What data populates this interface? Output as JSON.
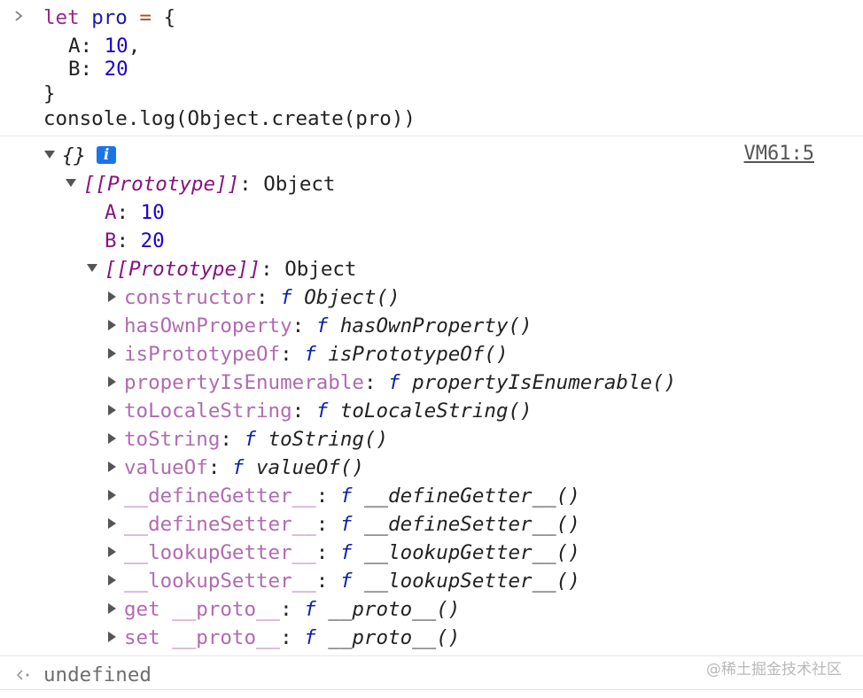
{
  "input": {
    "line1": {
      "kw": "let",
      "var": "pro",
      "op": "=",
      "brace": "{"
    },
    "line2": {
      "key": "A:",
      "value": "10",
      "comma": ","
    },
    "line3": {
      "key": "B:",
      "value": "20"
    },
    "line4": "}",
    "line5": "console.log(Object.create(pro))"
  },
  "output": {
    "root_label": "{}",
    "info_badge": "i",
    "source_link": "VM61:5",
    "proto1": {
      "label": "[[Prototype]]",
      "colon": ":",
      "value": "Object"
    },
    "own_props": [
      {
        "key": "A",
        "value": "10"
      },
      {
        "key": "B",
        "value": "20"
      }
    ],
    "proto2": {
      "label": "[[Prototype]]",
      "colon": ":",
      "value": "Object"
    },
    "methods": [
      {
        "key": "constructor",
        "fn": "Object()"
      },
      {
        "key": "hasOwnProperty",
        "fn": "hasOwnProperty()"
      },
      {
        "key": "isPrototypeOf",
        "fn": "isPrototypeOf()"
      },
      {
        "key": "propertyIsEnumerable",
        "fn": "propertyIsEnumerable()"
      },
      {
        "key": "toLocaleString",
        "fn": "toLocaleString()"
      },
      {
        "key": "toString",
        "fn": "toString()"
      },
      {
        "key": "valueOf",
        "fn": "valueOf()"
      },
      {
        "key": "__defineGetter__",
        "fn": "__defineGetter__()"
      },
      {
        "key": "__defineSetter__",
        "fn": "__defineSetter__()"
      },
      {
        "key": "__lookupGetter__",
        "fn": "__lookupGetter__()"
      },
      {
        "key": "__lookupSetter__",
        "fn": "__lookupSetter__()"
      },
      {
        "key": "get __proto__",
        "fn": "__proto__()"
      },
      {
        "key": "set __proto__",
        "fn": "__proto__()"
      }
    ],
    "fn_keyword": "f"
  },
  "result": "undefined",
  "watermark": "@稀土掘金技术社区",
  "colors": {
    "keyword": "#9b2393",
    "number": "#1c00cf",
    "property": "#881280",
    "info_badge": "#1a73e8"
  }
}
